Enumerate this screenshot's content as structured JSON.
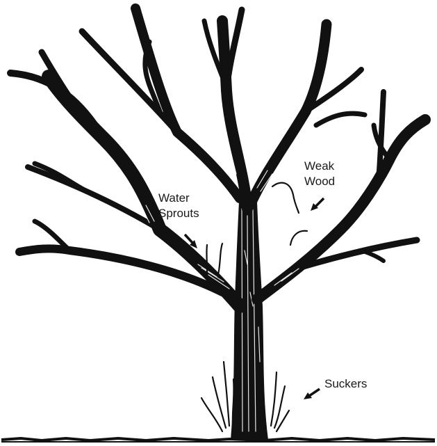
{
  "labels": {
    "water_sprouts": [
      "Water",
      "Sprouts"
    ],
    "weak_wood": [
      "Weak",
      "Wood"
    ],
    "suckers": "Suckers"
  },
  "colors": {
    "ink": "#111111",
    "background": "#ffffff"
  }
}
